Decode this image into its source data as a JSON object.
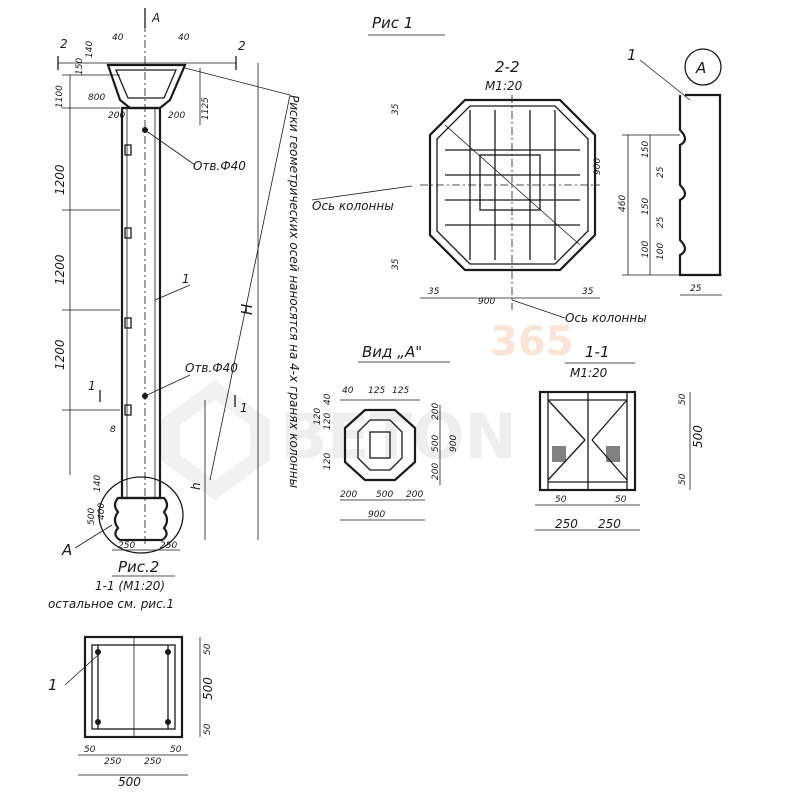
{
  "figure1": {
    "title": "Рис 1",
    "section_2_2": {
      "title": "2-2",
      "scale": "М1:20",
      "dims": {
        "top": "35",
        "right": "900",
        "bottom_left": "35",
        "bottom_mid": "900",
        "bottom_right": "35",
        "left_bottom": "35"
      },
      "axis_label": "Ось колонны",
      "axis_label_bottom": "Ось колонны"
    },
    "detail_a": {
      "marker": "A",
      "leader": "1",
      "dims": [
        "150",
        "25",
        "150",
        "25",
        "100",
        "100"
      ],
      "overall": "460",
      "bottom": "25"
    },
    "view_a": {
      "title": "Вид „А\"",
      "dims_top": [
        "40",
        "125",
        "125"
      ],
      "dims_left": [
        "120",
        "120",
        "40"
      ],
      "dims_right": [
        "200",
        "500",
        "200"
      ],
      "overall_right": "900",
      "dims_bottom": [
        "200",
        "500",
        "200"
      ],
      "overall_bottom": "900",
      "left_small": "120"
    },
    "section_1_1": {
      "title": "1-1",
      "scale": "М1:20",
      "dims_right": [
        "50",
        "500",
        "50"
      ],
      "dims_bottom": [
        "50",
        "50"
      ],
      "dims_bottom2": [
        "250",
        "250"
      ]
    }
  },
  "figure2": {
    "title": "Рис.2",
    "column": {
      "section_mark_top": "А",
      "section_mark_2": "2",
      "dims_top": [
        "40",
        "40"
      ],
      "dims_left_top": [
        "140",
        "150",
        "800"
      ],
      "dims_left": [
        "1100",
        "1200",
        "1200",
        "1200"
      ],
      "dims_right": [
        "1125",
        "200",
        "200"
      ],
      "hole_label_1": "Отв.Ф40",
      "hole_label_2": "Отв.Ф40",
      "leader_1": "1",
      "height_label": "H",
      "h_label": "h",
      "section_mark_1": "1",
      "detail_marker": "А",
      "bottom_dims": [
        "500",
        "400",
        "250",
        "250"
      ],
      "small_8": "8",
      "small_140": "140",
      "note": "Риски геометрических осей наносятся на 4-х гранях колонны"
    },
    "section_1_1": {
      "title": "1-1 (М1:20)",
      "note": "остальное см. рис.1",
      "leader": "1",
      "dims_right": [
        "50",
        "500",
        "50"
      ],
      "dims_bottom": [
        "50",
        "250",
        "250",
        "50"
      ],
      "overall_bottom": "500"
    }
  },
  "watermark": {
    "text": "BETON",
    "number": "365"
  }
}
